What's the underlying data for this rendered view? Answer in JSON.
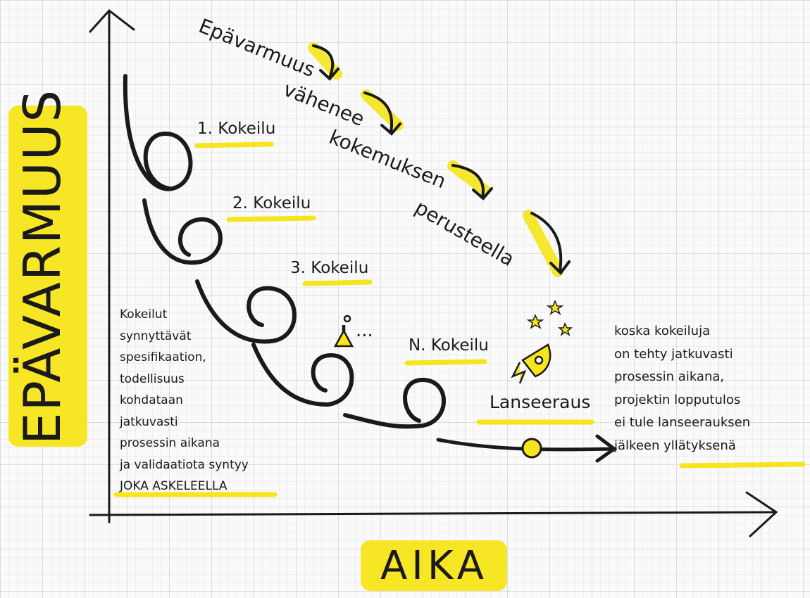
{
  "axes": {
    "y_label": "EPÄVARMUUS",
    "x_label": "AIKA"
  },
  "trials": [
    "1. Kokeilu",
    "2. Kokeilu",
    "3. Kokeilu",
    "N. Kokeilu"
  ],
  "ellipsis": "...",
  "headline": [
    "Epävarmuus",
    "vähenee",
    "kokemuksen",
    "perusteella"
  ],
  "launch_label": "Lanseeraus",
  "left_note": [
    "Kokeilut",
    "synnyttävät",
    "spesifikaation,",
    "todellisuus",
    "kohdataan",
    "jatkuvasti",
    "prosessin aikana",
    "ja validaatiota syntyy",
    "JOKA ASKELEELLA"
  ],
  "right_note": [
    "koska kokeiluja",
    "on tehty jatkuvasti",
    "prosessin aikana,",
    "projektin lopputulos",
    "ei tule lanseerauksen",
    "jälkeen yllätyksenä"
  ],
  "colors": {
    "highlight": "#f5e51a",
    "ink": "#1a1a1a"
  }
}
